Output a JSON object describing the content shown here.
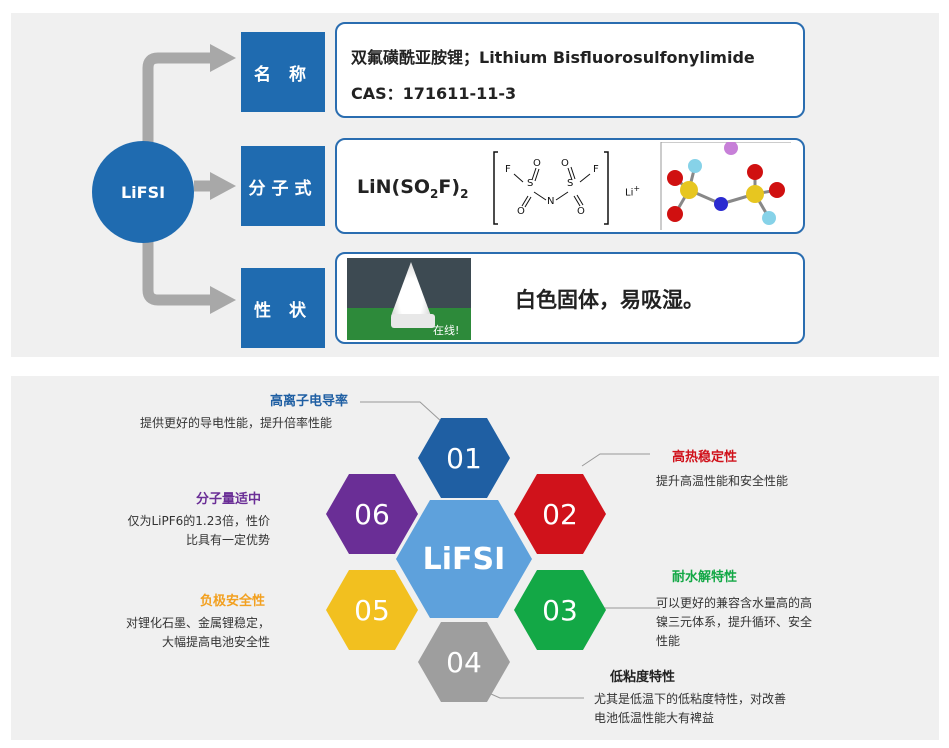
{
  "top": {
    "hub_label": "LiFSI",
    "rows": {
      "name": {
        "label": "名 称",
        "line1": "双氟磺酰亚胺锂；Lithium Bisfluorosulfonylimide",
        "line2": "CAS：171611-11-3"
      },
      "formula": {
        "label": "分子式",
        "formula_main": "LiN(SO",
        "formula_sub1": "2",
        "formula_close": "F)",
        "formula_sub2": "2",
        "structure": {
          "F_left": "F",
          "F_right": "F",
          "S": "S",
          "N": "N",
          "O": "O",
          "Li": "Li",
          "charge": "+"
        }
      },
      "property": {
        "label": "性 状",
        "text": "白色固体，易吸湿。",
        "photo_caption": "在线!"
      }
    }
  },
  "bottom": {
    "center": "LiFSI",
    "colors": {
      "hex01": "#1f5fa3",
      "hex02": "#d0121b",
      "hex03": "#13a846",
      "hex04": "#9e9e9e",
      "hex05": "#f2c01f",
      "hex06": "#6a2e96"
    },
    "features": [
      {
        "num": "01",
        "title": "高离子电导率",
        "desc": [
          "提供更好的导电性能，提升倍率性能"
        ],
        "color": "#1f5fa3"
      },
      {
        "num": "02",
        "title": "高热稳定性",
        "desc": [
          "提升高温性能和安全性能"
        ],
        "color": "#d0121b"
      },
      {
        "num": "03",
        "title": "耐水解特性",
        "desc": [
          "可以更好的兼容含水量高的高",
          "镍三元体系，提升循环、安全",
          "性能"
        ],
        "color": "#13a846"
      },
      {
        "num": "04",
        "title": "低粘度特性",
        "desc": [
          "尤其是低温下的低粘度特性，对改善",
          "电池低温性能大有裨益"
        ],
        "color": "#222222"
      },
      {
        "num": "05",
        "title": "负极安全性",
        "desc": [
          "对锂化石墨、金属锂稳定，",
          "大幅提高电池安全性"
        ],
        "color": "#f2a01f"
      },
      {
        "num": "06",
        "title": "分子量适中",
        "desc": [
          "仅为LiPF6的1.23倍，性价",
          "比具有一定优势"
        ],
        "color": "#6a2e96"
      }
    ]
  }
}
